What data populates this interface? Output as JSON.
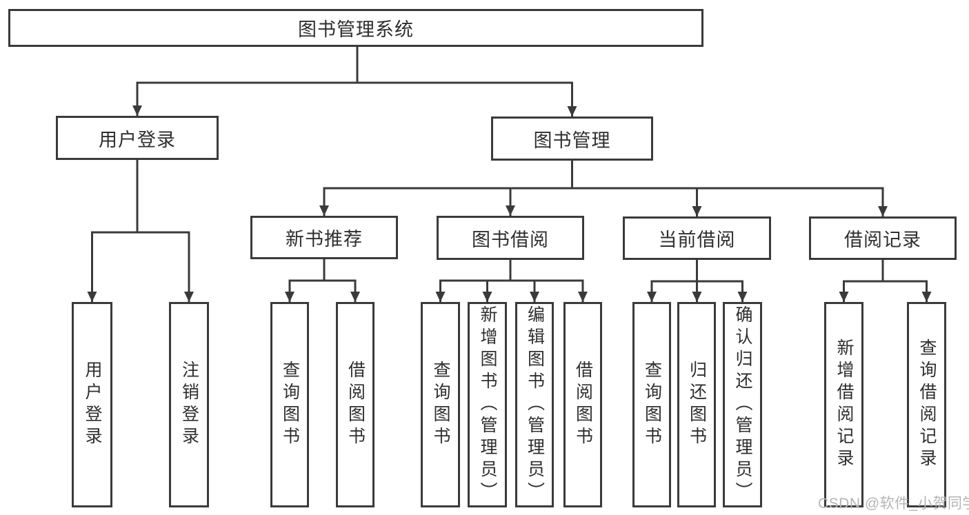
{
  "diagram": {
    "root": {
      "label": "图书管理系统"
    },
    "branches": [
      {
        "label": "用户登录",
        "children": [
          {
            "label": "用户登录"
          },
          {
            "label": "注销登录"
          }
        ]
      },
      {
        "label": "图书管理",
        "children": [
          {
            "label": "新书推荐",
            "children": [
              {
                "label": "查询图书"
              },
              {
                "label": "借阅图书"
              }
            ]
          },
          {
            "label": "图书借阅",
            "children": [
              {
                "label": "查询图书"
              },
              {
                "label": "新增图书（管理员）"
              },
              {
                "label": "编辑图书（管理员）"
              },
              {
                "label": "借阅图书"
              }
            ]
          },
          {
            "label": "当前借阅",
            "children": [
              {
                "label": "查询图书"
              },
              {
                "label": "归还图书"
              },
              {
                "label": "确认归还（管理员）"
              }
            ]
          },
          {
            "label": "借阅记录",
            "children": [
              {
                "label": "新增借阅记录"
              },
              {
                "label": "查询借阅记录"
              }
            ]
          }
        ]
      }
    ]
  },
  "watermark": "CSDN @软件_小贺同学",
  "colors": {
    "line": "#3a3a3a",
    "text": "#2e2e2e",
    "watermark": "#b4b4b4",
    "background": "#ffffff"
  }
}
